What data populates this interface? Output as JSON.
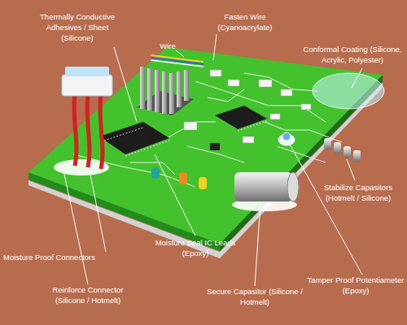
{
  "diagram": {
    "labels": [
      "Fasten Wire (Cyanoacrylate)",
      "Thermally Conductive Adhesives / Sheet (Silicone)",
      "Wire",
      "Conformal Coating (Silicone, Acrylic, Polyester)",
      "Stabilize Capasitors (Hotmelt / Silicone)",
      "Moisture Seal IC Leads (Epoxy)",
      "Moisture Proof Connectors",
      "Tamper Proof Potentiameter (Epoxy)",
      "Reinforce Connector (Silicone / Hotmelt)",
      "Secure Capasitor (Silicone / Hotmelt)"
    ]
  }
}
